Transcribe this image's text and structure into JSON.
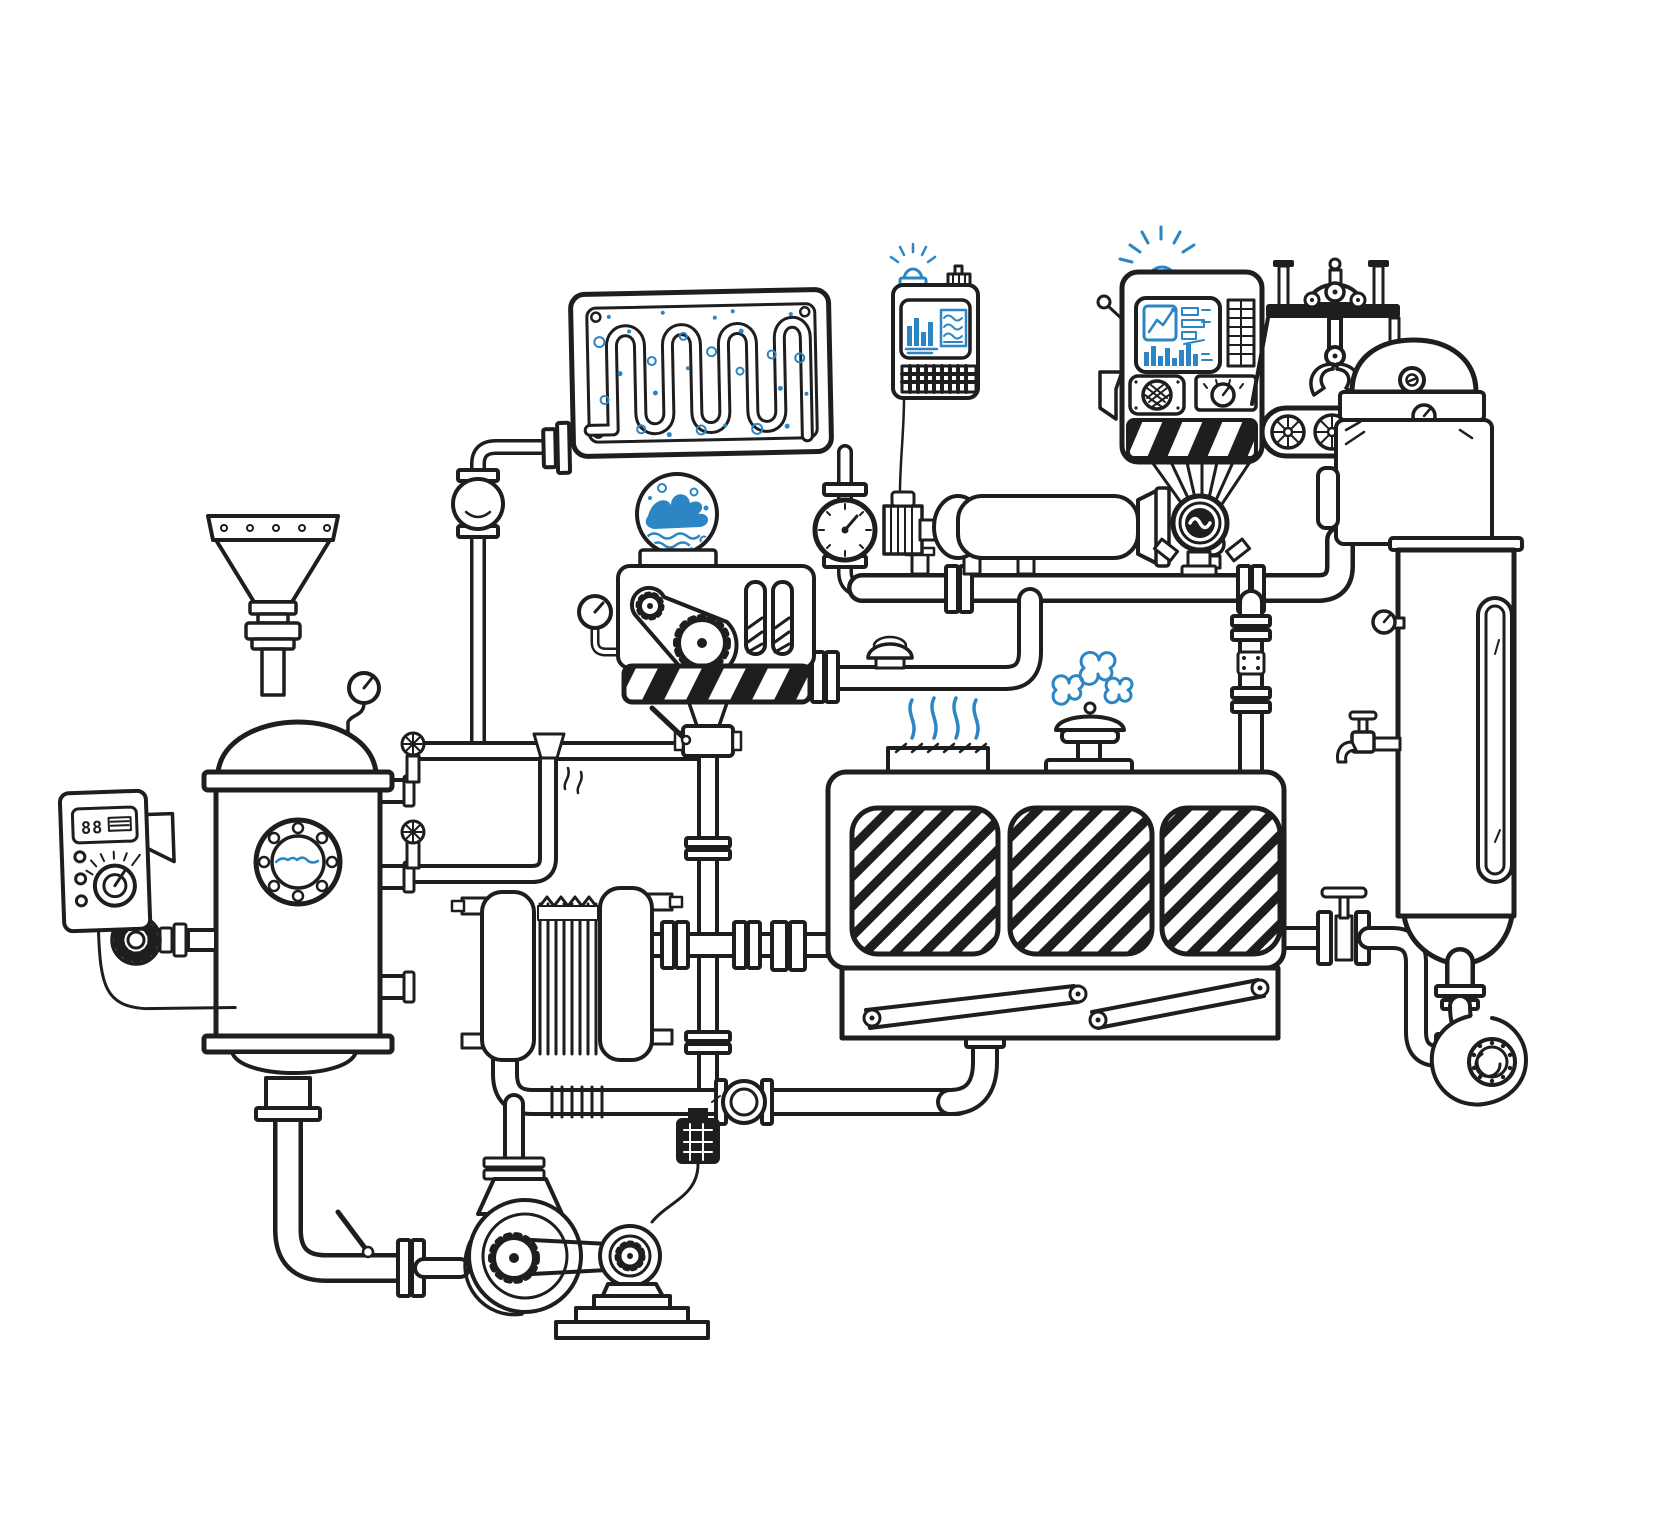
{
  "illustration": {
    "title": "Hand-drawn sketch of an industrial machine room: interconnected tanks, boilers, pipes, pumps, gauges and control consoles with blue accent details",
    "style": "black ink outline doodle on white background with blue highlights"
  },
  "colors": {
    "ink": "#1e1e20",
    "accent_blue": "#2c86c3",
    "paper": "#ffffff"
  },
  "control_box": {
    "display_value": "88"
  },
  "components": [
    {
      "name": "radiator-coil-panel",
      "description": "rounded panel with serpentine cooling coil and blue bubbles, corner screws, flanged pipe on left"
    },
    {
      "name": "monitor-console",
      "description": "small terminal with blue alarm beacon, antenna, screen showing blue bar chart and wave traces, keyboard"
    },
    {
      "name": "control-unit",
      "description": "large console with blue beacon, line-chart screen, indicator pills, bar graph, vent ledger grid, speaker grille, dial knob, hazard stripe base, antenna"
    },
    {
      "name": "gantry-claw",
      "description": "overhead rail with trolley pulleys and hanging robotic claw gripper"
    },
    {
      "name": "conveyor-belt",
      "description": "capsule conveyor with spoked wheels"
    },
    {
      "name": "filter-column",
      "description": "tall right-hand vessel with domed top, inspection port, level sight glass, two small gauges and a faucet, draining into a spiral volute"
    },
    {
      "name": "hopper-funnel",
      "description": "riveted intake funnel with flanged neck and pressure gauge"
    },
    {
      "name": "boiler-tank",
      "description": "left vertical tank with domed lid, bolted porthole showing blue water line, side nozzles with hand valves, ribbed handwheel"
    },
    {
      "name": "controller-box",
      "description": "small wall controller with 88 digital display, three LEDs, rotary knob and cable"
    },
    {
      "name": "mixer-machine",
      "description": "machine with glass dome full of blue splashing liquid, belt drive with two gears, gauge, two hatched chimneys and hazard stripe base"
    },
    {
      "name": "steam-chamber",
      "description": "wide machine with three diagonally hatched panels, vent grille with blue heat waves, bell dome with blue steam puffs, linkage tray below"
    },
    {
      "name": "plate-heat-exchanger",
      "description": "stack of vertical plates between two rounded headers with tie bolts"
    },
    {
      "name": "pump-assembly",
      "description": "snail volute pump with gear, belt-driven companion gear motor on stepped pedestal, black junction box"
    },
    {
      "name": "sine-motor",
      "description": "round converter marked with a sine symbol, wires fanning into the control unit, attached horizontal cylinder tank and finned motor"
    },
    {
      "name": "pipework",
      "description": "network of flanged pipes, globe valves, handwheel valves, lever valve, big clock-style pressure gauge, mushroom valve, inline ring coupling"
    }
  ]
}
